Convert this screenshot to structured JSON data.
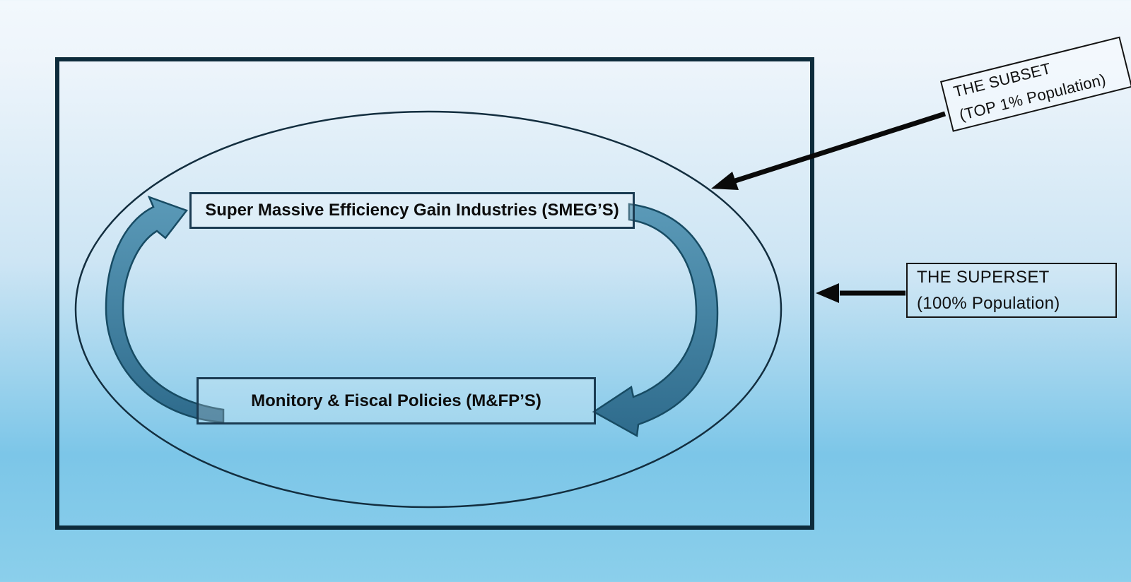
{
  "cycle": {
    "smeg_box_label": "Super Massive Efficiency Gain Industries (SMEG’S)",
    "mfp_box_label": "Monitory & Fiscal Policies (M&FP’S)"
  },
  "callouts": {
    "subset": {
      "line1": "THE SUBSET",
      "line2": "(TOP 1% Population)"
    },
    "superset": {
      "line1": "THE SUPERSET",
      "line2": "(100% Population)"
    }
  },
  "colors": {
    "background_top": "#f2f8fd",
    "background_bottom": "#8bcfeb",
    "boundary_border": "#0d2b3b",
    "ellipse_stroke": "#132e3f",
    "cycle_arrow_fill_top": "#5b9ab8",
    "cycle_arrow_fill_bottom": "#2e6b8c",
    "cycle_arrow_stroke": "#174b63",
    "cycle_box_border": "#1a3b52",
    "callout_border": "#141414",
    "pointer_color": "#0a0a0a"
  }
}
